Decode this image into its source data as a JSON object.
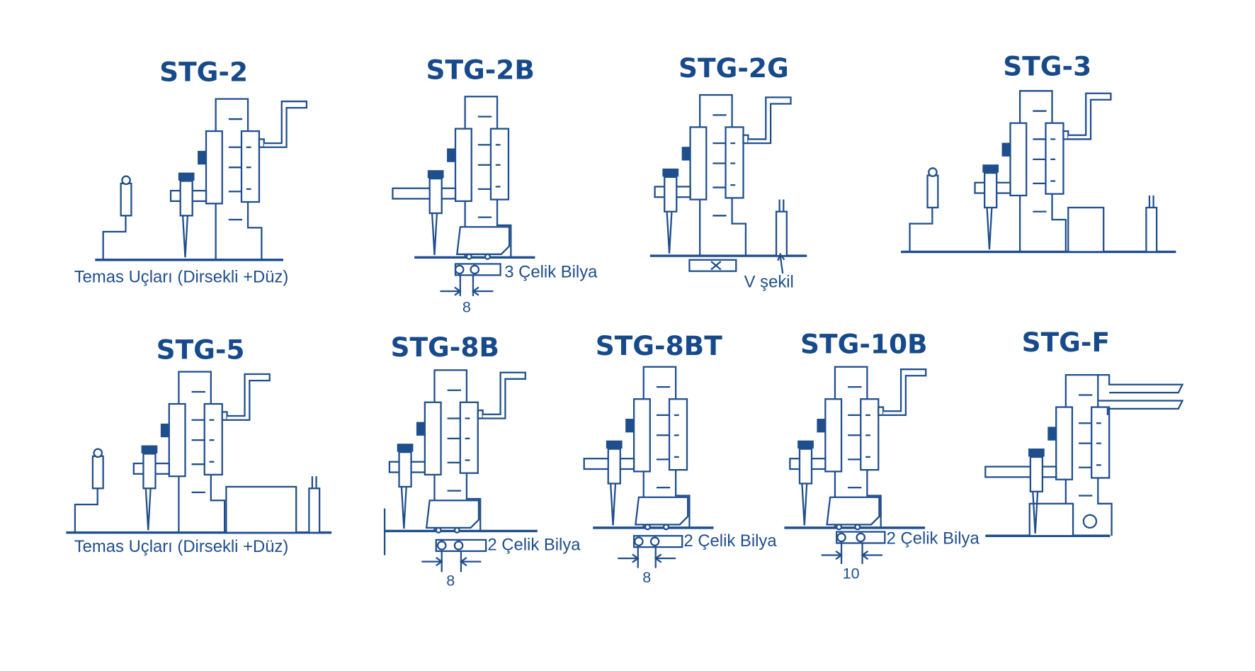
{
  "colors": {
    "ink": "#1f4e8c",
    "title": "#174a8b",
    "background": "#ffffff"
  },
  "models": [
    {
      "name": "STG-2",
      "caption": "Temas Uçları (Dirsekli +Düz)"
    },
    {
      "name": "STG-2B",
      "caption": "3 Çelik Bilya",
      "dimension": "8"
    },
    {
      "name": "STG-2G",
      "caption": "V şekil"
    },
    {
      "name": "STG-3"
    },
    {
      "name": "STG-5",
      "caption": "Temas Uçları (Dirsekli +Düz)"
    },
    {
      "name": "STG-8B",
      "caption": "2 Çelik Bilya",
      "dimension": "8"
    },
    {
      "name": "STG-8BT",
      "caption": "2 Çelik Bilya",
      "dimension": "8"
    },
    {
      "name": "STG-10B",
      "caption": "2 Çelik Bilya",
      "dimension": "10"
    },
    {
      "name": "STG-F"
    }
  ]
}
